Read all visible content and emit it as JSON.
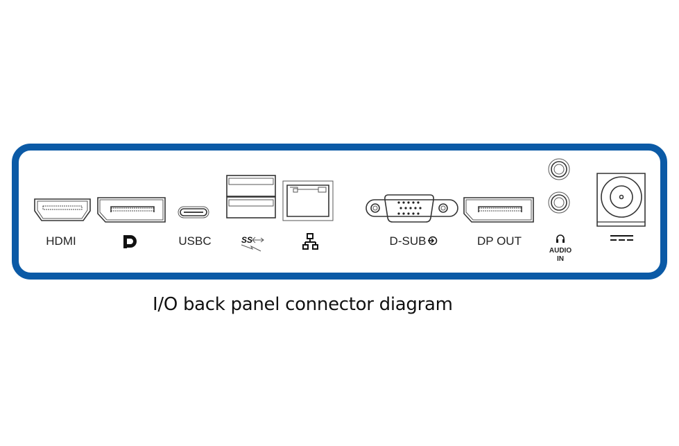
{
  "diagram": {
    "caption": "I/O back panel connector diagram",
    "border_color": "#0b5aa6",
    "ports": [
      {
        "id": "hdmi",
        "label": "HDMI"
      },
      {
        "id": "displayport",
        "label": "",
        "icon": "displayport-logo-icon"
      },
      {
        "id": "usbc",
        "label": "USBC"
      },
      {
        "id": "usb-a",
        "label": "",
        "icon": "usb-superspeed-charging-icon"
      },
      {
        "id": "ethernet",
        "label": "",
        "icon": "network-icon"
      },
      {
        "id": "vga",
        "label": "D-SUB",
        "icon": "input-icon"
      },
      {
        "id": "dp-out",
        "label": "DP OUT"
      },
      {
        "id": "audio-in",
        "label_line1": "AUDIO",
        "label_line2": "IN",
        "icon": "headphone-icon"
      },
      {
        "id": "dc-power",
        "label": "",
        "icon": "dc-symbol-icon"
      }
    ]
  }
}
